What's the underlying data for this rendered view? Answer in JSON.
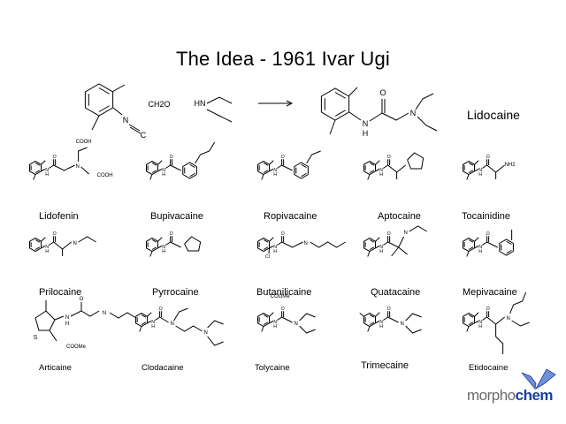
{
  "title": "The Idea - 1961 Ivar Ugi",
  "reaction": {
    "aldehyde": "CH2O",
    "amine_label": "HN",
    "product_label": "Lidocaine"
  },
  "compounds": [
    {
      "name": "Lidofenin"
    },
    {
      "name": "Bupivacaine"
    },
    {
      "name": "Ropivacaine"
    },
    {
      "name": "Aptocaine"
    },
    {
      "name": "Tocainidine"
    },
    {
      "name": "Prilocaine"
    },
    {
      "name": "Pyrrocaine"
    },
    {
      "name": "Butanilicaine"
    },
    {
      "name": "Quatacaine"
    },
    {
      "name": "Mepivacaine"
    },
    {
      "name": "Articaine"
    },
    {
      "name": "Clodacaine"
    },
    {
      "name": "Tolycaine"
    },
    {
      "name": "Trimecaine"
    },
    {
      "name": "Etidocaine"
    }
  ],
  "atom_labels": {
    "cooh": "COOH",
    "coome": "COOMe",
    "nh2": "NH2",
    "cl": "Cl",
    "s": "S",
    "n": "N",
    "h": "H",
    "o": "O",
    "c": "C"
  },
  "logo": {
    "part1": "morpho",
    "part2": "chem",
    "accent": "#1a3fa0",
    "wing": "#6f8fd8"
  }
}
